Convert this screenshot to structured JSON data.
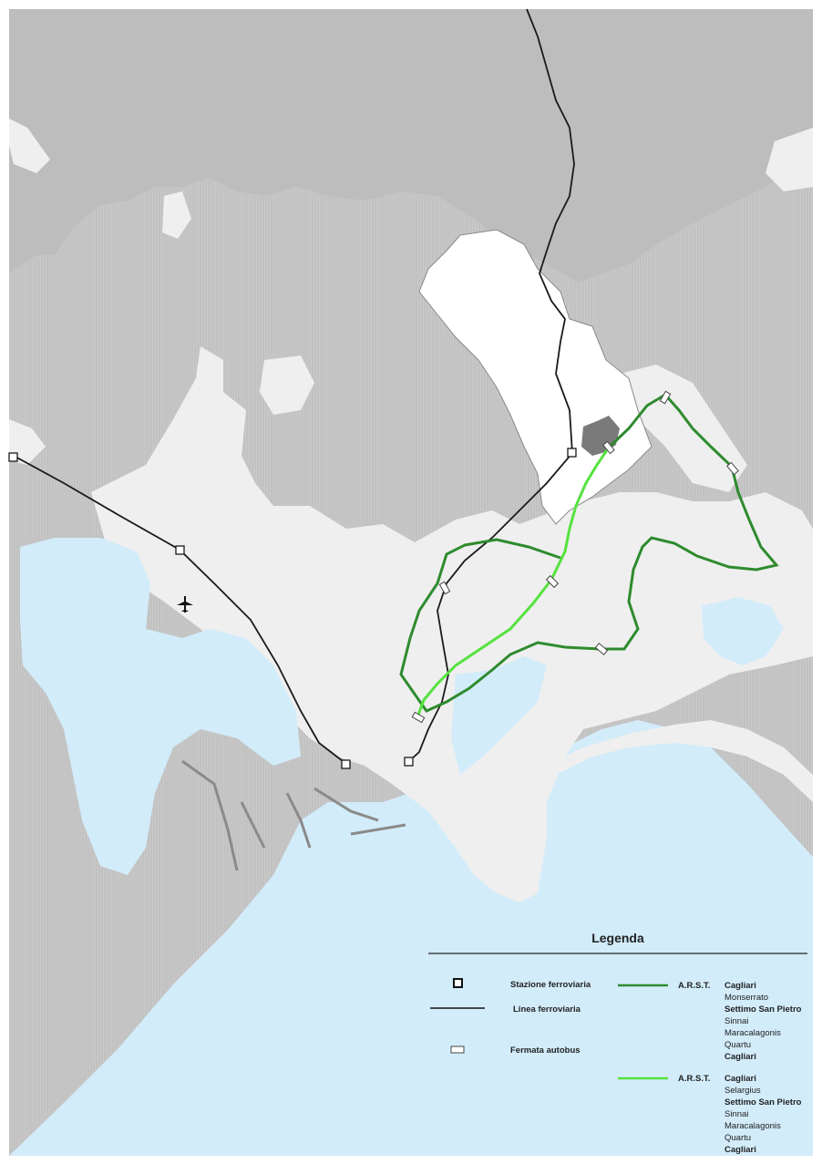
{
  "colors": {
    "sea": "#d2ecfa",
    "land_light": "#efefef",
    "land_mid": "#c6c6c6",
    "land_dark": "#bdbdbd",
    "municipality": "#ffffff",
    "urban": "#7a7a7a",
    "railway": "#1a1a1a",
    "route_dark": "#2e8b2e",
    "route_light": "#56e23f"
  },
  "icons": {
    "airport": "airport-icon"
  },
  "legend": {
    "title": "Legenda",
    "items": {
      "station": {
        "label": "Stazione ferroviaria"
      },
      "railway": {
        "label": "Linea ferroviaria"
      },
      "bus_stop": {
        "label": "Fermata autobus"
      }
    },
    "routes": [
      {
        "operator": "A.R.S.T.",
        "stops": [
          {
            "name": "Cagliari",
            "bold": true
          },
          {
            "name": "Monserrato",
            "bold": false
          },
          {
            "name": "Settimo San Pietro",
            "bold": true
          },
          {
            "name": "Sinnai",
            "bold": false
          },
          {
            "name": "Maracalagonis",
            "bold": false
          },
          {
            "name": "Quartu",
            "bold": false
          },
          {
            "name": "Cagliari",
            "bold": true
          }
        ]
      },
      {
        "operator": "A.R.S.T.",
        "stops": [
          {
            "name": "Cagliari",
            "bold": true
          },
          {
            "name": "Selargius",
            "bold": false
          },
          {
            "name": "Settimo San Pietro",
            "bold": true
          },
          {
            "name": "Sinnai",
            "bold": false
          },
          {
            "name": "Maracalagonis",
            "bold": false
          },
          {
            "name": "Quartu",
            "bold": false
          },
          {
            "name": "Cagliari",
            "bold": true
          }
        ]
      }
    ]
  }
}
